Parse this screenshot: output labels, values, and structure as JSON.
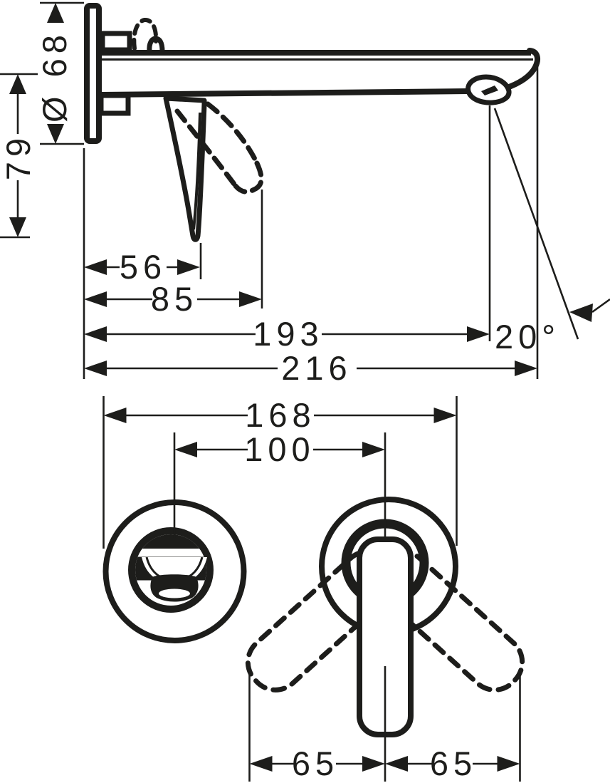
{
  "colors": {
    "ink": "#1d1d1b",
    "background": "#ffffff"
  },
  "side_view": {
    "diameter_label": "Ø 68",
    "height_label": "79",
    "handle_projection_label": "56",
    "handle_swing_projection_label": "85",
    "outlet_projection_label": "193",
    "total_projection_label": "216",
    "spout_angle_label": "20°"
  },
  "front_view": {
    "overall_width_label": "168",
    "handle_center_distance_label": "100",
    "swing_left_label": "65",
    "swing_right_label": "65"
  }
}
